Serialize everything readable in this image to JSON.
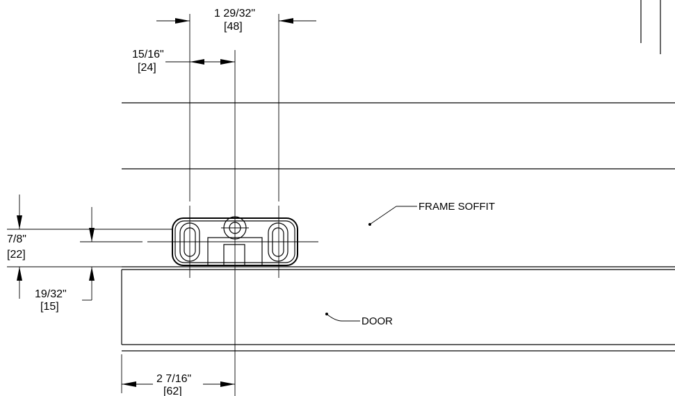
{
  "dimensions": {
    "top_width": {
      "imperial": "1 29/32\"",
      "metric": "48"
    },
    "half_width": {
      "imperial": "15/16\"",
      "metric": "24"
    },
    "height": {
      "imperial": "7/8\"",
      "metric": "22"
    },
    "door_gap": {
      "imperial": "19/32\"",
      "metric": "15"
    },
    "door_offset": {
      "imperial": "2 7/16\"",
      "metric": "62"
    }
  },
  "labels": {
    "frame_soffit": "FRAME SOFFIT",
    "door": "DOOR"
  }
}
